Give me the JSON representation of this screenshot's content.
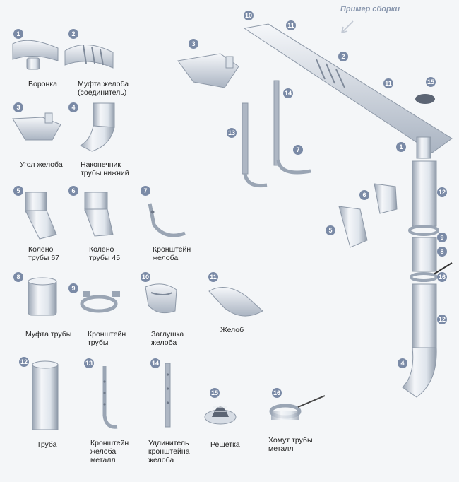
{
  "assembly_title": "Пример сборки",
  "parts": [
    {
      "num": "1",
      "label": [
        "Воронка"
      ]
    },
    {
      "num": "2",
      "label": [
        "Муфта желоба",
        "(соединитель)"
      ]
    },
    {
      "num": "3",
      "label": [
        "Угол желоба"
      ]
    },
    {
      "num": "4",
      "label": [
        "Наконечник",
        "трубы нижний"
      ]
    },
    {
      "num": "5",
      "label": [
        "Колено",
        "трубы 67"
      ]
    },
    {
      "num": "6",
      "label": [
        "Колено",
        "трубы 45"
      ]
    },
    {
      "num": "7",
      "label": [
        "Кронштейн",
        "желоба"
      ]
    },
    {
      "num": "8",
      "label": [
        "Муфта трубы"
      ]
    },
    {
      "num": "9",
      "label": [
        "Кронштейн",
        "трубы"
      ]
    },
    {
      "num": "10",
      "label": [
        "Заглушка",
        "желоба"
      ]
    },
    {
      "num": "11",
      "label": [
        "Желоб"
      ]
    },
    {
      "num": "12",
      "label": [
        "Труба"
      ]
    },
    {
      "num": "13",
      "label": [
        "Кронштейн",
        "желоба",
        "металл"
      ]
    },
    {
      "num": "14",
      "label": [
        "Удлинитель",
        "кронштейна",
        "желоба"
      ]
    },
    {
      "num": "15",
      "label": [
        "Решетка"
      ]
    },
    {
      "num": "16",
      "label": [
        "Хомут трубы",
        "металл"
      ]
    }
  ],
  "assembly_badges": [
    "10",
    "11",
    "2",
    "11",
    "15",
    "3",
    "1",
    "14",
    "13",
    "7",
    "6",
    "5",
    "12",
    "9",
    "8",
    "16",
    "12",
    "4"
  ],
  "colors": {
    "part": "#e3e8ee",
    "part_dark": "#9aa5b4",
    "badge": "#7a8aa6"
  }
}
